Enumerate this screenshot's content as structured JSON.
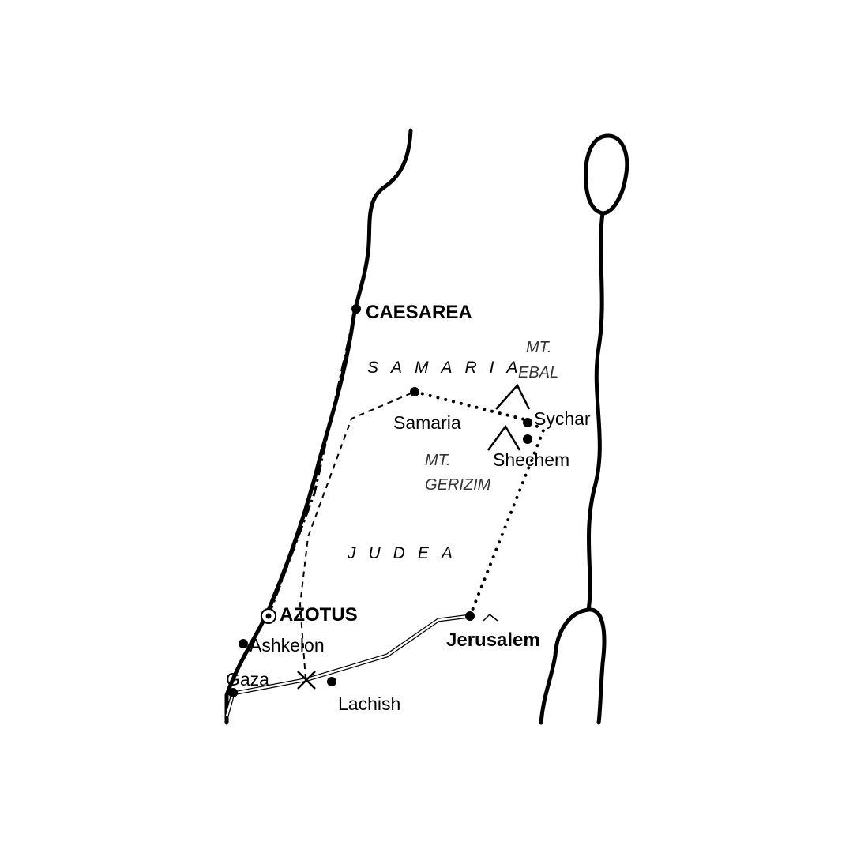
{
  "map": {
    "regions": {
      "samaria": "SAMARIA",
      "judea": "JUDEA"
    },
    "mountains": {
      "ebal_line1": "MT.",
      "ebal_line2": "EBAL",
      "gerizim_line1": "MT.",
      "gerizim_line2": "GERIZIM"
    },
    "cities": {
      "caesarea": "CAESAREA",
      "samaria": "Samaria",
      "sychar": "Sychar",
      "shechem": "Shechem",
      "azotus": "AZOTUS",
      "ashkelon": "Ashkelon",
      "jerusalem": "Jerusalem",
      "gaza": "Gaza",
      "lachish": "Lachish"
    },
    "icons": {
      "city": "city-dot-icon",
      "azotus": "double-circle-city-icon",
      "mountain": "mountain-caret-icon",
      "event": "cross-x-icon"
    }
  }
}
